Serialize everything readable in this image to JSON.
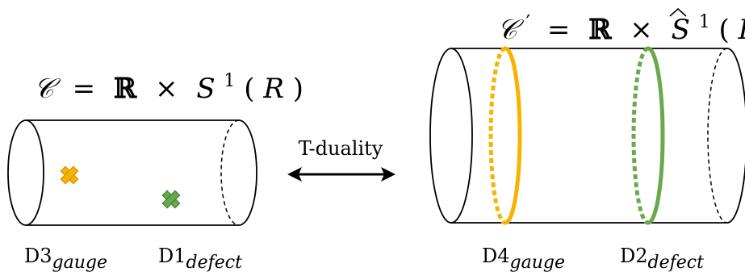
{
  "left_cylinder": {
    "title": {
      "symbol": "𝒞",
      "equals": "=",
      "field": "ℝ",
      "times": "×",
      "circle": "S",
      "power": "1",
      "open": "(",
      "radius": "R",
      "close": ")"
    },
    "labels": [
      {
        "main": "D3",
        "sub": "gauge"
      },
      {
        "main": "D1",
        "sub": "defect"
      }
    ],
    "markers": [
      {
        "kind": "cross",
        "color": "#f5b400",
        "stroke": "#e08c00"
      },
      {
        "kind": "cross",
        "color": "#6aa84f",
        "stroke": "#3f7f2b"
      }
    ]
  },
  "arrow": {
    "label": "T-duality"
  },
  "right_cylinder": {
    "title": {
      "symbol": "𝒞",
      "prime": "′",
      "equals": "=",
      "field": "ℝ",
      "times": "×",
      "circle": "S",
      "power": "1",
      "open": "(",
      "radius": "R",
      "hat": "ˆ",
      "close": ")"
    },
    "labels": [
      {
        "main": "D4",
        "sub": "gauge"
      },
      {
        "main": "D2",
        "sub": "defect"
      }
    ],
    "rings": [
      {
        "color": "#f5b400"
      },
      {
        "color": "#6aa84f"
      }
    ]
  }
}
